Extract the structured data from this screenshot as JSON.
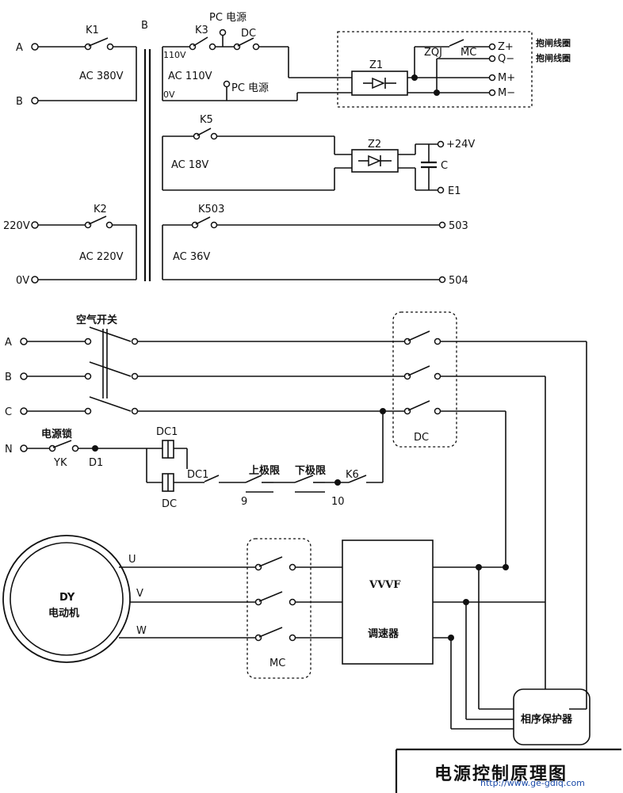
{
  "upper": {
    "in_a": "A",
    "in_b": "B",
    "k1": "K1",
    "ac380": "AC  380V",
    "transformer": "B",
    "k3": "K3",
    "pc_supply_top": "PC 电源",
    "dc": "DC",
    "v110": "110V",
    "ac110": "AC  110V",
    "v0": "0V",
    "pc_supply_bottom": "PC 电源",
    "z1": "Z1",
    "zqj": "ZQJ",
    "mc": "MC",
    "z_plus": "Z+",
    "q_minus": "Q−",
    "m_plus": "M+",
    "m_minus": "M−",
    "brake_coil_1": "抱闸线圈",
    "brake_coil_2": "抱闸线圈",
    "k5": "K5",
    "ac18": "AC 18V",
    "z2": "Z2",
    "plus24": "+24V",
    "cap_c": "C",
    "e1": "E1",
    "k2": "K2",
    "in_220v": "220V",
    "ac220": "AC  220V",
    "in_0v": "0V",
    "k503": "K503",
    "ac36": "AC  36V",
    "out_503": "503",
    "out_504": "504"
  },
  "lower": {
    "air_switch": "空气开关",
    "a": "A",
    "b": "B",
    "c": "C",
    "n": "N",
    "power_lock": "电源锁",
    "yk": "YK",
    "d1": "D1",
    "dc1_top": "DC1",
    "dc_coil": "DC",
    "dc1_contact": "DC1",
    "upper_limit": "上极限",
    "lower_limit": "下极限",
    "k6": "K6",
    "n9": "9",
    "n10": "10",
    "dc_box": "DC",
    "u": "U",
    "v": "V",
    "w": "W",
    "motor_dy": "DY",
    "motor_name": "电动机",
    "vvvf": "VVVF",
    "speed_ctrl": "调速器",
    "mc_box": "MC",
    "phase_protector": "相序保护器"
  },
  "footer": {
    "title": "电源控制原理图",
    "watermark": "http://www.ge-gdiq.com"
  }
}
